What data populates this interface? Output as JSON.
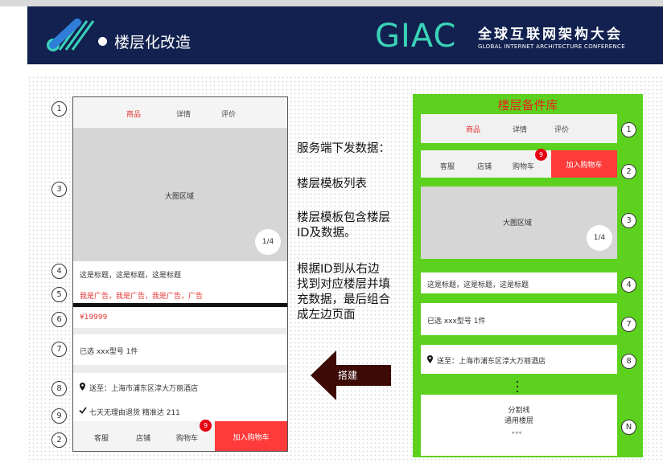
{
  "header": {
    "title": "楼层化改造",
    "brand": "GIAC",
    "conference_cn": "全球互联网架构大会",
    "conference_en": "GLOBAL INTERNET ARCHITECTURE CONFERENCE"
  },
  "phone": {
    "tabs": [
      "商品",
      "详情",
      "评价"
    ],
    "image_label": "大图区域",
    "pager": "1/4",
    "title_text": "这是标题，这是标题，这是标题",
    "ad_text": "我是广告，我是广告，我是广告，广告",
    "price": "¥19999",
    "selected": "已选 xxx型号 1件",
    "delivery": "送至：上海市浦东区淳大万丽酒店",
    "service": "七天无理由退货 精准达 211",
    "bottom_bar": {
      "service": "客服",
      "shop": "店铺",
      "cart": "购物车",
      "cart_badge": "9",
      "add_to_cart": "加入购物车"
    }
  },
  "phone_labels": [
    "1",
    "3",
    "4",
    "5",
    "6",
    "7",
    "8",
    "9",
    "2"
  ],
  "middle": {
    "line1": "服务端下发数据：",
    "line2": "楼层模板列表",
    "line3a": "楼层模板包含楼层",
    "line3b": "ID及数据。",
    "line4a": "根据ID到从右边",
    "line4b": "找到对应楼层并填",
    "line4c": "充数据，最后组合",
    "line4d": "成左边页面",
    "arrow_label": "搭建"
  },
  "library": {
    "title": "楼层备件库",
    "tabs": [
      "商品",
      "详情",
      "评价"
    ],
    "bar": {
      "service": "客服",
      "shop": "店铺",
      "cart": "购物车",
      "cart_badge": "9",
      "add_to_cart": "加入购物车"
    },
    "image_label": "大图区域",
    "pager": "1/4",
    "title_text": "这是标题，这是标题，这是标题",
    "selected": "已选 xxx型号 1件",
    "delivery": "送至：上海市浦东区淳大万丽酒店",
    "divider_line1": "分割线",
    "divider_line2": "通用楼层",
    "divider_dots": "。。。",
    "labels": [
      "1",
      "2",
      "3",
      "4",
      "7",
      "8",
      "N"
    ]
  },
  "colors": {
    "header_bg": "#12214f",
    "brand": "#3ad3b9",
    "accent_red": "#ff3a3a",
    "library_bg": "#5cd21e",
    "arrow": "#3d0a05"
  }
}
